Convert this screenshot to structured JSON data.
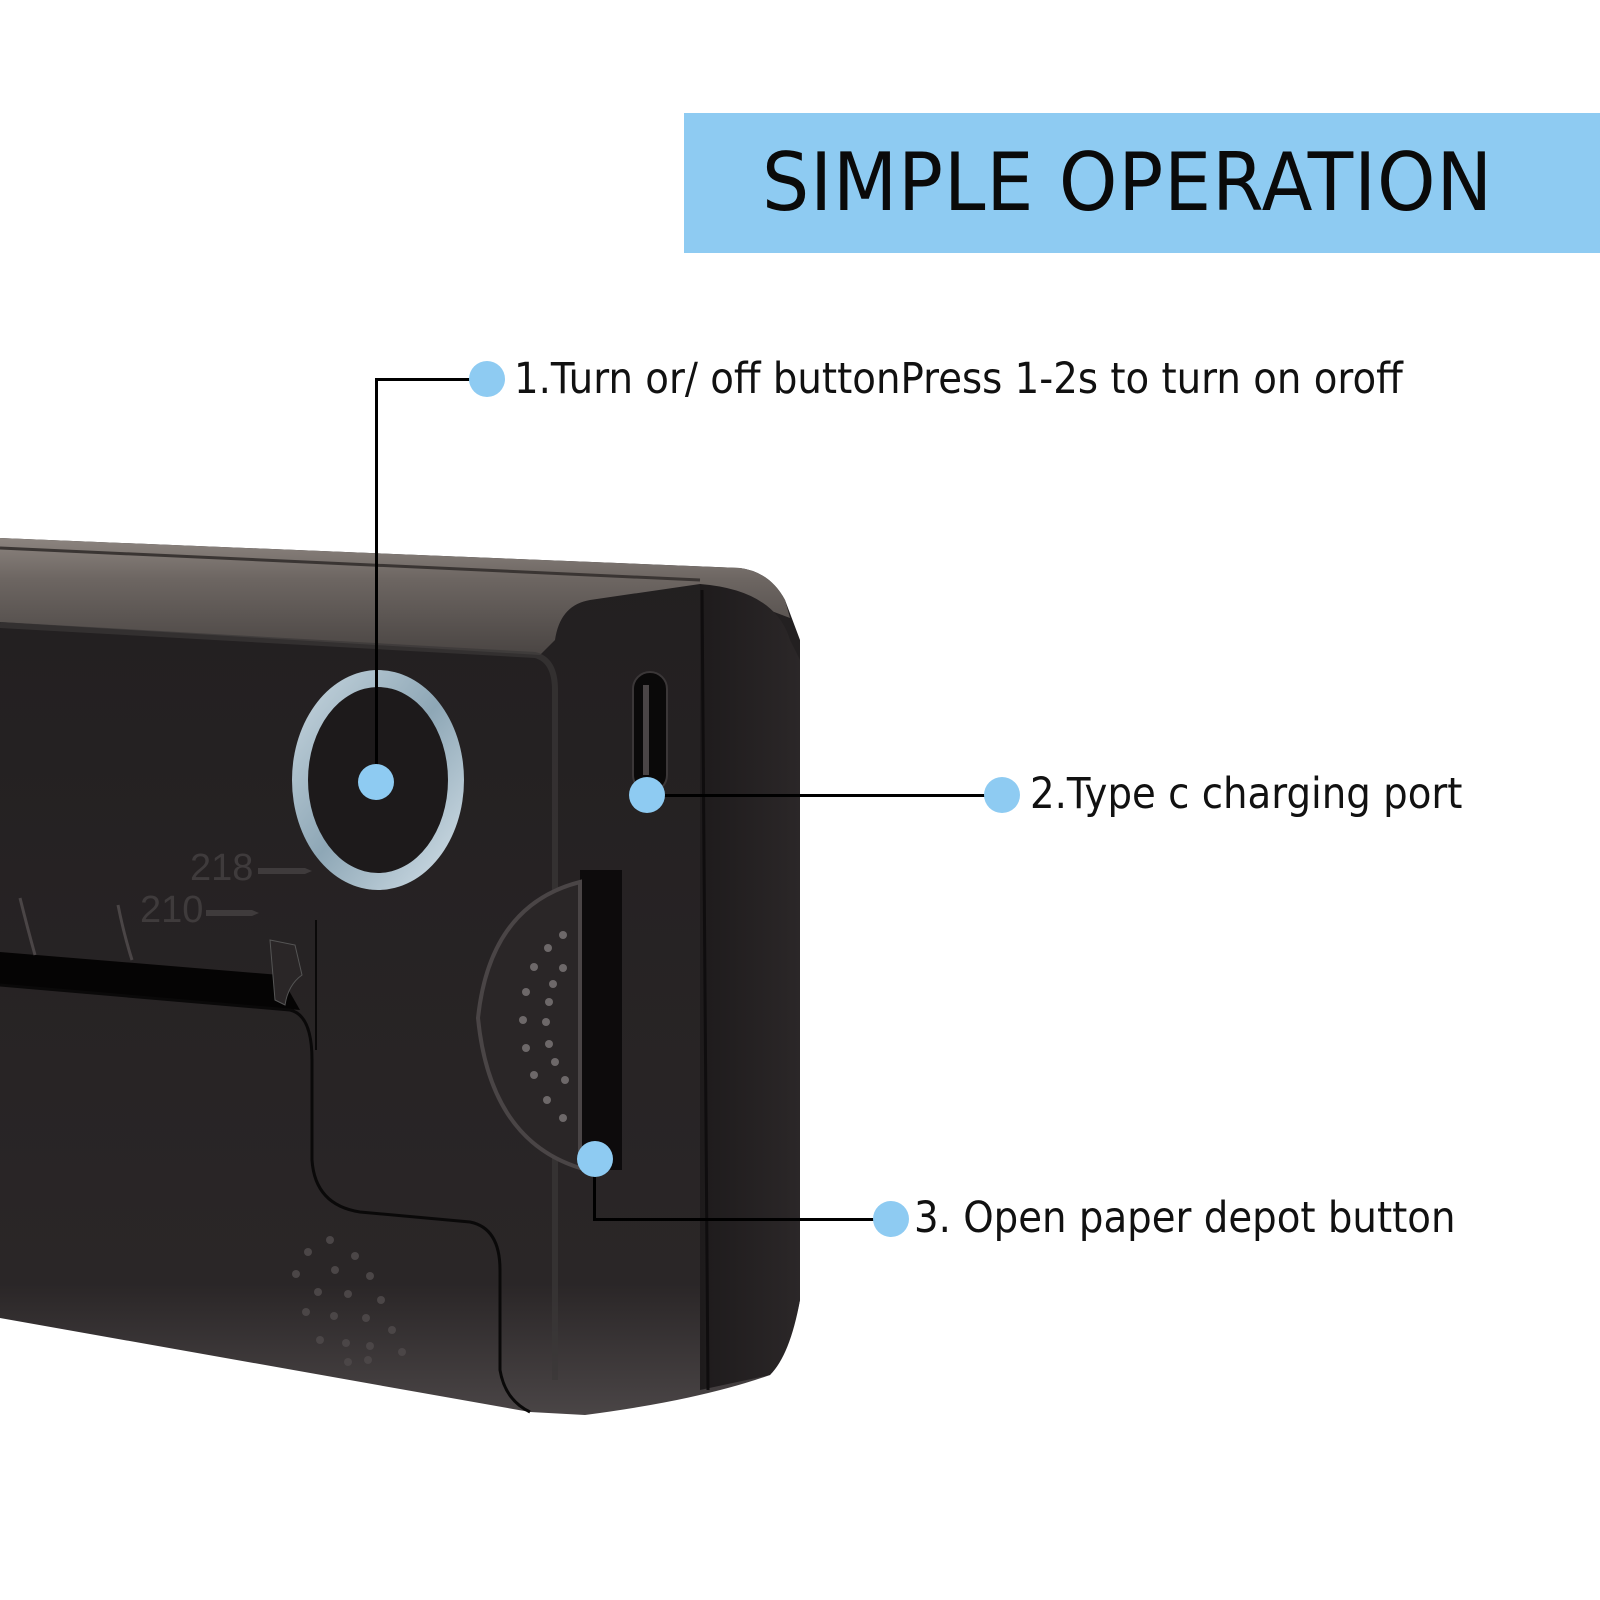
{
  "banner": {
    "title": "SIMPLE OPERATION",
    "background_color": "#8ecbf2",
    "text_color": "#0a0a0a"
  },
  "device": {
    "name": "portable-printer",
    "body_color": "#221f20",
    "top_edge_color": "#6a6360",
    "ring_color": "#a9bfcc",
    "paper_width_marks": [
      "218",
      "210"
    ]
  },
  "callouts": [
    {
      "number": "1",
      "label": "1.Turn or/ off buttonPress 1-2s to turn on oroff",
      "target": "power-button"
    },
    {
      "number": "2",
      "label": "2.Type c charging port",
      "target": "type-c-port"
    },
    {
      "number": "3",
      "label": "3. Open paper depot button",
      "target": "paper-depot-button"
    }
  ],
  "accent_color": "#8ecbf2"
}
